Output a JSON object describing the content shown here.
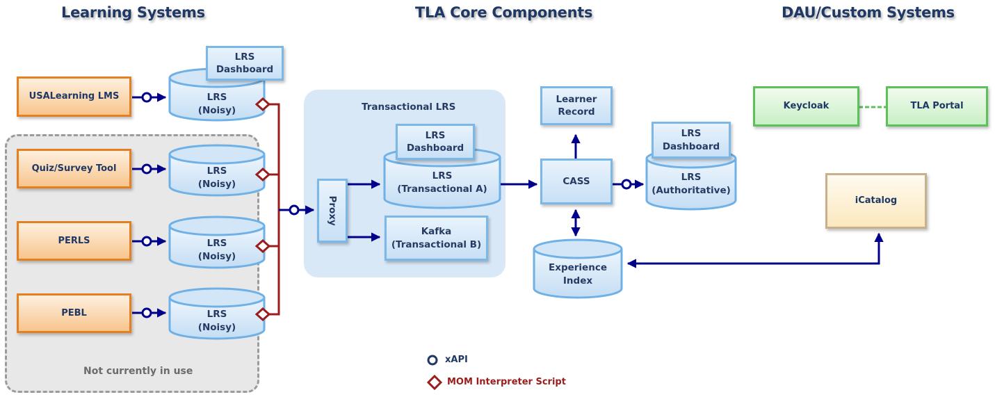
{
  "sections": {
    "learning_systems": "Learning Systems",
    "core_components": "TLA Core Components",
    "custom_systems": "DAU/Custom Systems"
  },
  "learning_systems": [
    {
      "name": "USALearning LMS",
      "lrs": "LRS\n(Noisy)"
    },
    {
      "name": "Quiz/Survey Tool",
      "lrs": "LRS\n(Noisy)"
    },
    {
      "name": "PERLS",
      "lrs": "LRS\n(Noisy)"
    },
    {
      "name": "PEBL",
      "lrs": "LRS\n(Noisy)"
    }
  ],
  "lrs_dashboard": "LRS\nDashboard",
  "not_in_use_label": "Not currently in use",
  "transactional_group": {
    "title": "Transactional LRS",
    "proxy": "Proxy",
    "dashboard": "LRS\nDashboard",
    "lrs_a": "LRS\n(Transactional A)",
    "kafka": "Kafka\n(Transactional B)"
  },
  "core": {
    "learner_record": "Learner\nRecord",
    "cass": "CASS",
    "auth_dashboard": "LRS\nDashboard",
    "lrs_auth": "LRS\n(Authoritative)",
    "experience_index": "Experience\nIndex"
  },
  "custom": {
    "keycloak": "Keycloak",
    "tla_portal": "TLA Portal",
    "icatalog": "iCatalog"
  },
  "legend": {
    "xapi": "xAPI",
    "mom": "MOM Interpreter Script"
  },
  "colors": {
    "title": "#1f3864",
    "xapi": "#00008b",
    "mom": "#9b1c1c",
    "learning_border": "#e67e22",
    "core_border": "#7bb8e8",
    "custom_border": "#5cc15a",
    "icatalog_border": "#c8b08a"
  }
}
